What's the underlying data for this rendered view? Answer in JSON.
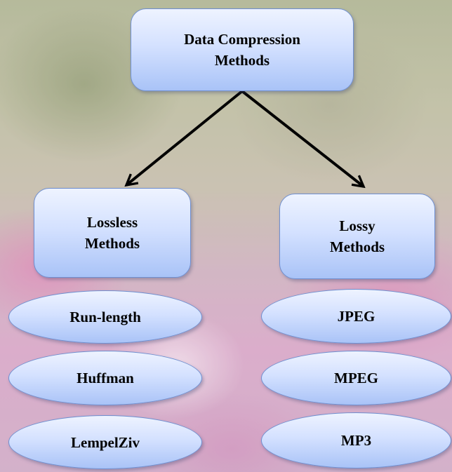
{
  "root": {
    "label": "Data Compression\nMethods"
  },
  "branches": {
    "lossless": {
      "label": "Lossless\nMethods",
      "items": [
        "Run-length",
        "Huffman",
        "LempelZiv"
      ]
    },
    "lossy": {
      "label": "Lossy\nMethods",
      "items": [
        "JPEG",
        "MPEG",
        "MP3"
      ]
    }
  },
  "colors": {
    "node_fill_top": "#eef3ff",
    "node_fill_bottom": "#a9c3f7",
    "node_border": "#6f8fd0",
    "arrow": "#000000"
  }
}
